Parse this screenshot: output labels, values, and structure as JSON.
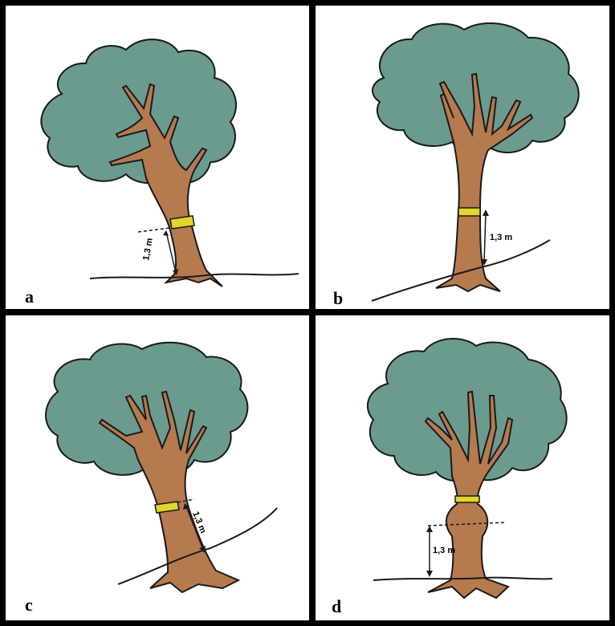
{
  "panels": [
    {
      "id": "a",
      "label": "a",
      "height_label": "1,3 m"
    },
    {
      "id": "b",
      "label": "b",
      "height_label": "1,3 m"
    },
    {
      "id": "c",
      "label": "c",
      "height_label": "1,3 m"
    },
    {
      "id": "d",
      "label": "d",
      "height_label": "1,3 m"
    }
  ],
  "colors": {
    "canopy": "#6b9a8f",
    "trunk": "#b57a4e",
    "band": "#e3d52a",
    "outline": "#1a1a1a",
    "frame": "#000000"
  }
}
